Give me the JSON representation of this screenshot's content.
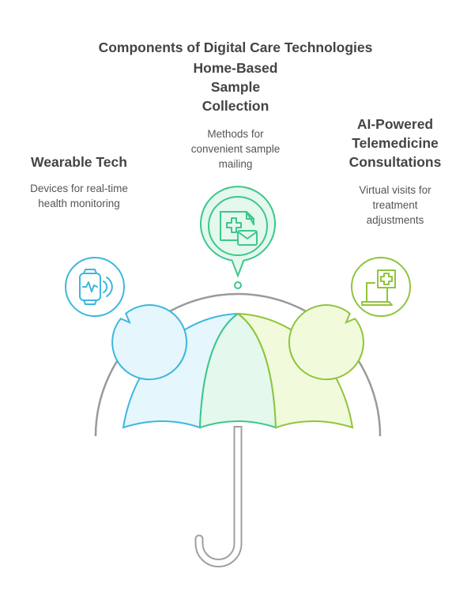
{
  "title": "Components of Digital Care Technologies",
  "colors": {
    "blue": "#3db7de",
    "blue_fill": "#e6f6fd",
    "green": "#3ec78a",
    "green_fill": "#e4f8ee",
    "lime": "#8fc43c",
    "lime_fill": "#f1fbdc",
    "arc": "#9a9a9a",
    "handle": "#a0a0a0"
  },
  "components": [
    {
      "id": "wearable",
      "heading": "Wearable Tech",
      "description_lines": [
        "Devices for real-time",
        "health monitoring"
      ],
      "icon": "smartwatch-icon",
      "color": "blue"
    },
    {
      "id": "home-sample",
      "heading_lines": [
        "Home-Based",
        "Sample",
        "Collection"
      ],
      "description_lines": [
        "Methods for",
        "convenient sample",
        "mailing"
      ],
      "icon": "medical-mail-icon",
      "color": "green"
    },
    {
      "id": "telemedicine",
      "heading_lines": [
        "AI-Powered",
        "Telemedicine",
        "Consultations"
      ],
      "description_lines": [
        "Virtual visits for",
        "treatment",
        "adjustments"
      ],
      "icon": "laptop-medical-icon",
      "color": "lime"
    }
  ]
}
